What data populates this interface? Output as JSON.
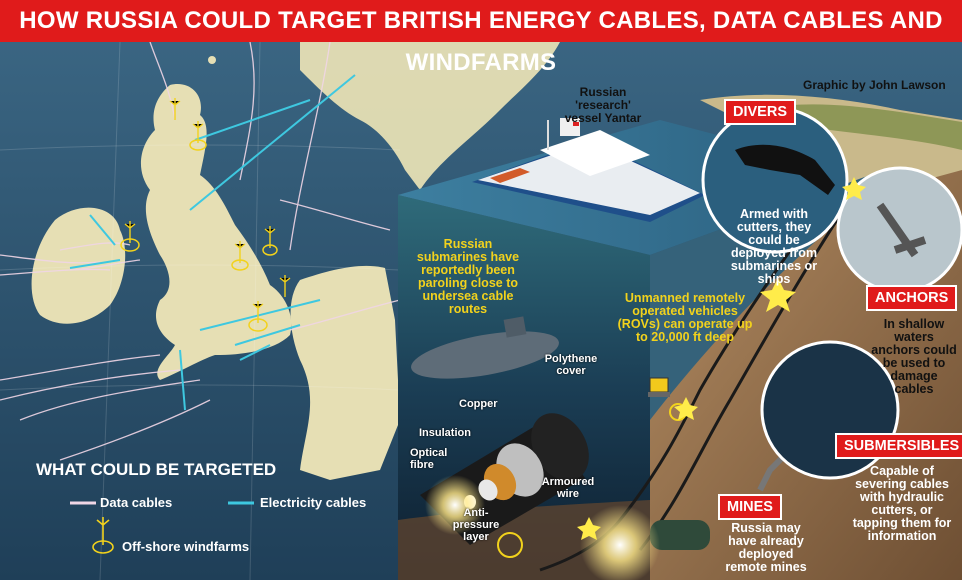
{
  "header": {
    "title": "HOW RUSSIA COULD TARGET BRITISH ENERGY CABLES, DATA CABLES AND WINDFARMS"
  },
  "credit": "Graphic by John Lawson",
  "vessel_label": "Russian 'research' vessel Yantar",
  "submarine_note": "Russian submarines have reportedly been paroling close to undersea cable routes",
  "rov_note": "Unmanned remotely operated vehicles (ROVs) can operate up to 20,000 ft deep",
  "divers": {
    "tag": "DIVERS",
    "text": "Armed with cutters, they could be deployed from submarines or ships"
  },
  "anchors": {
    "tag": "ANCHORS",
    "text": "In shallow waters anchors could be used to damage cables"
  },
  "submersibles": {
    "tag": "SUBMERSIBLES",
    "text": "Capable of severing cables with hydraulic cutters, or tapping them for information"
  },
  "mines": {
    "tag": "MINES",
    "text": "Russia may have already deployed remote mines"
  },
  "cable_parts": {
    "polythene": "Polythene cover",
    "copper": "Copper",
    "insulation": "Insulation",
    "optical": "Optical fibre",
    "armoured": "Armoured wire",
    "anti_pressure": "Anti-pressure layer"
  },
  "legend": {
    "title": "WHAT COULD BE TARGETED",
    "data_cables": "Data cables",
    "electricity_cables": "Electricity cables",
    "windfarms": "Off-shore windfarms"
  },
  "colors": {
    "banner": "#e01b1b",
    "highlight": "#f2d21c",
    "data_cable": "#f0d6e6",
    "electricity_cable": "#3ec8e0",
    "sea": "#2f5570",
    "land": "#e6dfb4"
  }
}
